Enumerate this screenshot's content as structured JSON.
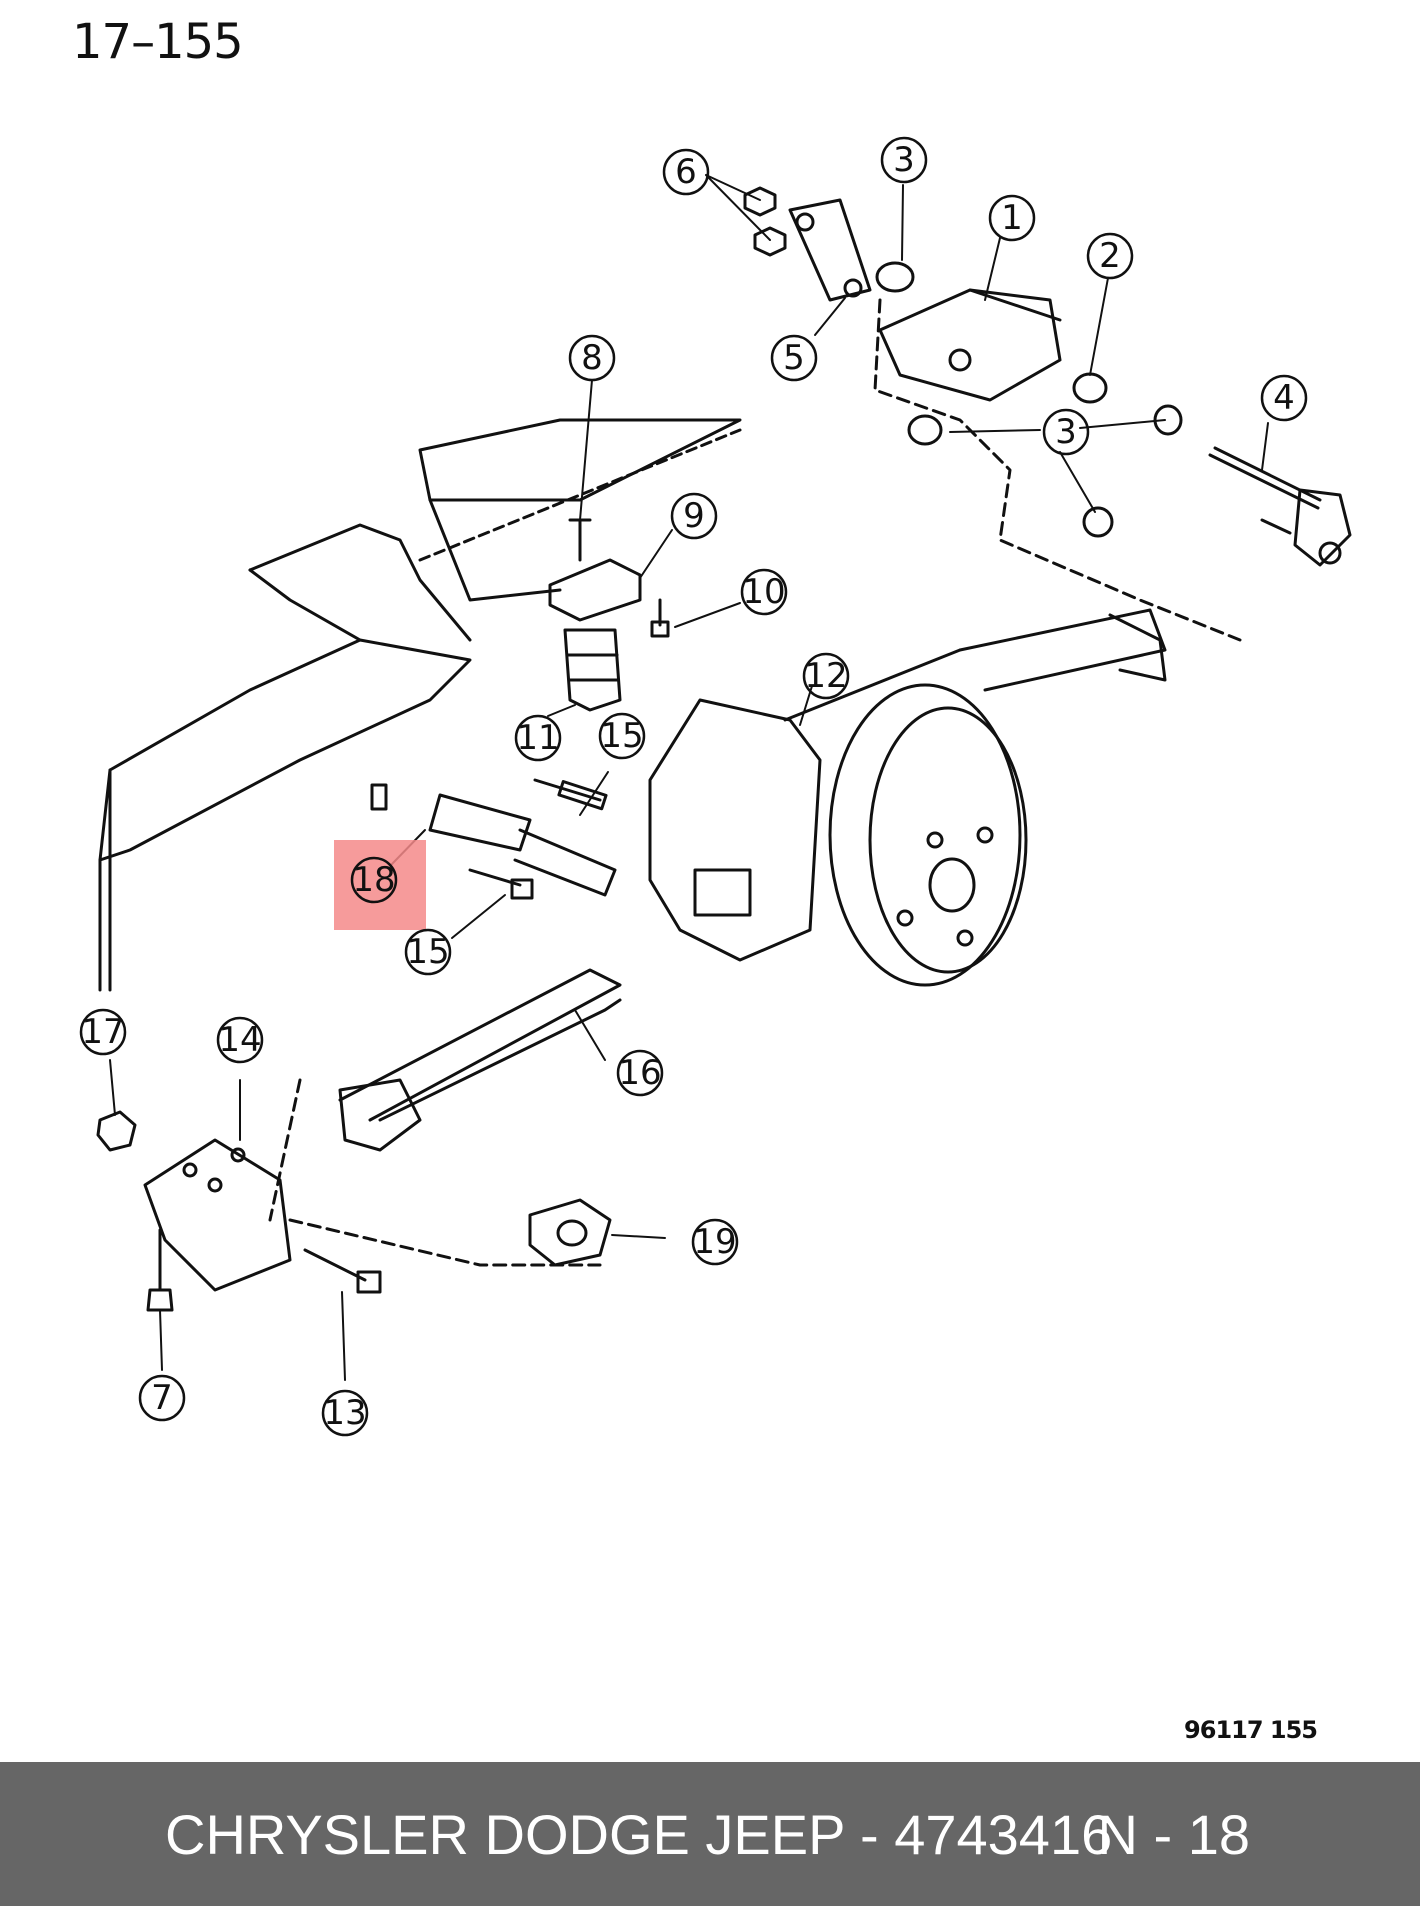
{
  "page_number": "17–155",
  "figure_code": "96117  155",
  "highlighted_callout": "18",
  "highlight_color": "#f58a8a",
  "callouts": [
    "1",
    "2",
    "3",
    "3",
    "4",
    "5",
    "6",
    "7",
    "8",
    "9",
    "10",
    "11",
    "12",
    "13",
    "14",
    "15",
    "15",
    "16",
    "17",
    "18",
    "19"
  ],
  "footer": {
    "title": "CHRYSLER DODGE JEEP - 4743416",
    "ref": "N - 18"
  }
}
